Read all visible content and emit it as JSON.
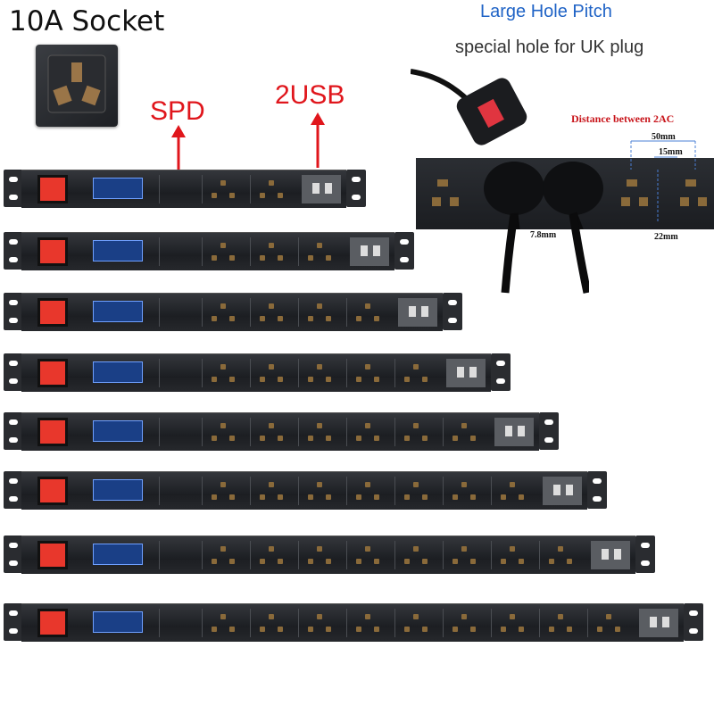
{
  "texts": {
    "socket_title": "10A Socket",
    "spd": "SPD",
    "usb": "2USB",
    "hole_pitch": "Large Hole Pitch",
    "uk_plug": "special hole for UK plug",
    "distance": "Distance between 2AC",
    "m50": "50mm",
    "m15": "15mm",
    "m78": "7.8mm",
    "m22": "22mm"
  },
  "colors": {
    "red_arrow": "#e0161c",
    "blue_title": "#1f63c6",
    "switch_red": "#e8372c"
  },
  "strips": [
    {
      "outlets": 2,
      "usb": true
    },
    {
      "outlets": 3,
      "usb": true
    },
    {
      "outlets": 4,
      "usb": true
    },
    {
      "outlets": 5,
      "usb": true
    },
    {
      "outlets": 6,
      "usb": true
    },
    {
      "outlets": 7,
      "usb": true
    },
    {
      "outlets": 8,
      "usb": true
    },
    {
      "outlets": 9,
      "usb": true
    }
  ]
}
